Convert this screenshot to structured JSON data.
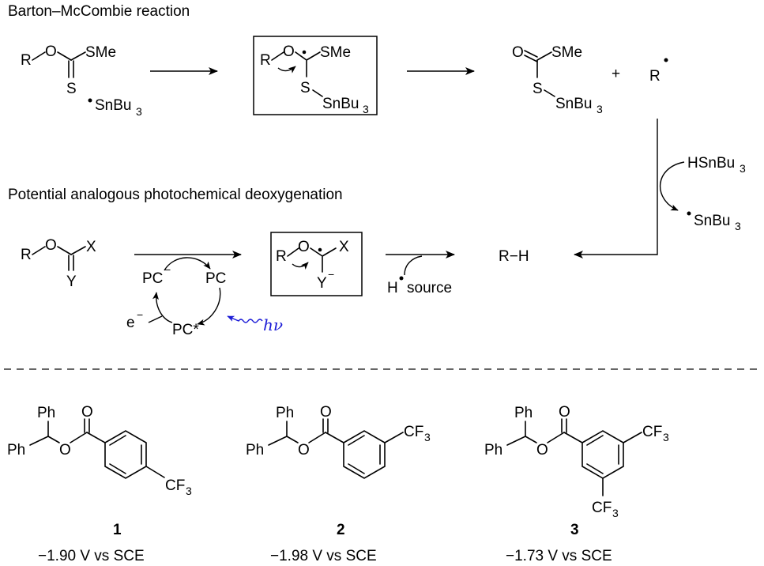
{
  "headings": {
    "barton": "Barton–McCombie reaction",
    "photo": "Potential analogous photochemical deoxygenation"
  },
  "atoms": {
    "R": "R",
    "O": "O",
    "S": "S",
    "SMe": "SMe",
    "X": "X",
    "Y": "Y",
    "Ph": "Ph",
    "plus": "+",
    "radical_dot": "•",
    "minus": "−",
    "CF": "CF",
    "sub3": "3",
    "SnBu": "SnBu",
    "HSnBu": "HSnBu",
    "RH": "R−H",
    "H": "H",
    "source": "source",
    "PC": "PC",
    "PCstar": "PC*",
    "e": "e",
    "hv": "hν"
  },
  "compounds": [
    {
      "number": "1",
      "potential": "−1.90 V vs SCE"
    },
    {
      "number": "2",
      "potential": "−1.98 V vs SCE"
    },
    {
      "number": "3",
      "potential": "−1.73 V vs SCE"
    }
  ]
}
